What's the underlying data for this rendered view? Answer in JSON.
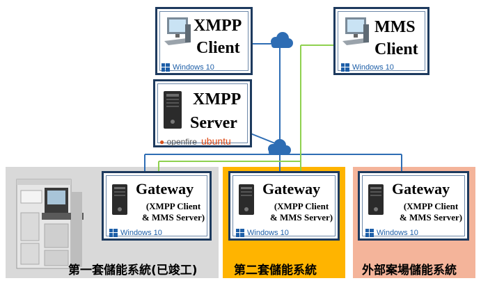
{
  "nodes": {
    "xmpp_client": {
      "line1": "XMPP",
      "line2": "Client",
      "os": "Windows 10"
    },
    "mms_client": {
      "line1": "MMS",
      "line2": "Client",
      "os": "Windows 10"
    },
    "xmpp_server": {
      "line1": "XMPP",
      "line2": "Server",
      "brand1": "openfire",
      "brand2": "ubuntu"
    },
    "gateways": [
      {
        "title": "Gateway",
        "sub1": "(XMPP Client",
        "sub2": "& MMS Server)",
        "os": "Windows 10"
      },
      {
        "title": "Gateway",
        "sub1": "(XMPP Client",
        "sub2": "& MMS Server)",
        "os": "Windows 10"
      },
      {
        "title": "Gateway",
        "sub1": "(XMPP Client",
        "sub2": "& MMS Server)",
        "os": "Windows 10"
      }
    ]
  },
  "zones": [
    {
      "label": "第一套儲能系統(已竣工)",
      "color": "#d9d9d9"
    },
    {
      "label": "第二套儲能系統",
      "color": "#ffb400"
    },
    {
      "label": "外部案場儲能系統",
      "color": "#f4b49a"
    }
  ],
  "colors": {
    "xmpp_link": "#2e6db4",
    "mms_link": "#8fd14f",
    "cloud": "#2e6db4",
    "box_border": "#1d3a5e"
  }
}
